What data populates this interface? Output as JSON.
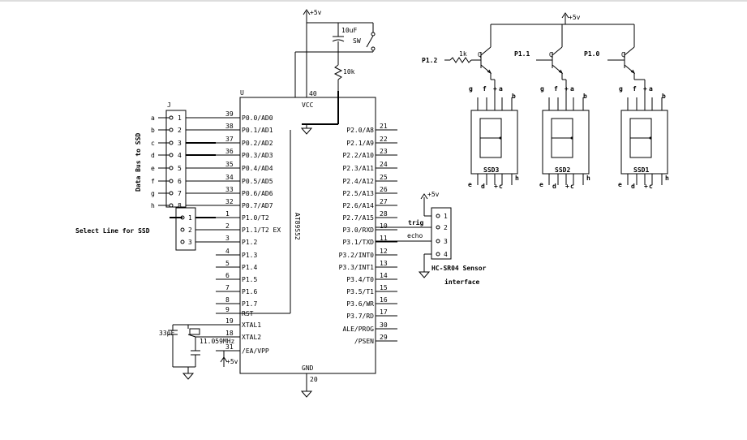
{
  "supply": {
    "vcc_top": "+5v",
    "vcc_ssd": "+5v",
    "vcc_sensor": "+5v",
    "vcc_ea": "+5v"
  },
  "mcu": {
    "ref": "U",
    "part": "AT89S52",
    "vcc_label": "VCC",
    "vcc_pin": "40",
    "gnd_label": "GND",
    "gnd_pin": "20",
    "left_pins": [
      {
        "num": "39",
        "name": "P0.0/AD0"
      },
      {
        "num": "38",
        "name": "P0.1/AD1"
      },
      {
        "num": "37",
        "name": "P0.2/AD2"
      },
      {
        "num": "36",
        "name": "P0.3/AD3"
      },
      {
        "num": "35",
        "name": "P0.4/AD4"
      },
      {
        "num": "34",
        "name": "P0.5/AD5"
      },
      {
        "num": "33",
        "name": "P0.6/AD6"
      },
      {
        "num": "32",
        "name": "P0.7/AD7"
      },
      {
        "num": "1",
        "name": "P1.0/T2"
      },
      {
        "num": "2",
        "name": "P1.1/T2 EX"
      },
      {
        "num": "3",
        "name": "P1.2"
      },
      {
        "num": "4",
        "name": "P1.3"
      },
      {
        "num": "5",
        "name": "P1.4"
      },
      {
        "num": "6",
        "name": "P1.5"
      },
      {
        "num": "7",
        "name": "P1.6"
      },
      {
        "num": "8",
        "name": "P1.7"
      },
      {
        "num": "9",
        "name": "RST"
      },
      {
        "num": "19",
        "name": "XTAL1"
      },
      {
        "num": "18",
        "name": "XTAL2"
      },
      {
        "num": "31",
        "name": "/EA/VPP"
      }
    ],
    "right_pins": [
      {
        "num": "21",
        "name": "P2.0/A8"
      },
      {
        "num": "22",
        "name": "P2.1/A9"
      },
      {
        "num": "23",
        "name": "P2.2/A10"
      },
      {
        "num": "24",
        "name": "P2.3/A11"
      },
      {
        "num": "25",
        "name": "P2.4/A12"
      },
      {
        "num": "26",
        "name": "P2.5/A13"
      },
      {
        "num": "27",
        "name": "P2.6/A14"
      },
      {
        "num": "28",
        "name": "P2.7/A15"
      },
      {
        "num": "10",
        "name": "P3.0/RXD"
      },
      {
        "num": "11",
        "name": "P3.1/TXD"
      },
      {
        "num": "12",
        "name": "P3.2/INT0"
      },
      {
        "num": "13",
        "name": "P3.3/INT1"
      },
      {
        "num": "14",
        "name": "P3.4/T0"
      },
      {
        "num": "15",
        "name": "P3.5/T1"
      },
      {
        "num": "16",
        "name": "P3.6/WR"
      },
      {
        "num": "17",
        "name": "P3.7/RD"
      },
      {
        "num": "30",
        "name": "ALE/PROG"
      },
      {
        "num": "29",
        "name": "/PSEN"
      }
    ]
  },
  "reset": {
    "cap": "10uF",
    "switch": "SW",
    "resistor": "10k"
  },
  "connector_j": {
    "ref": "J",
    "data_letters": [
      "a",
      "b",
      "c",
      "d",
      "e",
      "f",
      "g",
      "h"
    ],
    "data_pins": [
      "1",
      "2",
      "3",
      "4",
      "5",
      "6",
      "7",
      "8"
    ],
    "select_pins": [
      "1",
      "2",
      "3"
    ],
    "data_bus_label": "Data Bus to SSD",
    "select_label": "Select Line for SSD"
  },
  "crystal": {
    "caps": "33pF",
    "freq": "11.059MHz"
  },
  "sensor": {
    "pins": [
      "1",
      "2",
      "3",
      "4"
    ],
    "trig": "trig",
    "echo": "echo",
    "title": "HC-SR04 Sensor",
    "subtitle": "interface"
  },
  "transistors": [
    {
      "port": "P1.2",
      "resistor": "1k",
      "q": "Q"
    },
    {
      "port": "P1.1",
      "q": "Q"
    },
    {
      "port": "P1.0",
      "q": "Q"
    }
  ],
  "ssd": [
    {
      "label": "SSD3"
    },
    {
      "label": "SSD2"
    },
    {
      "label": "SSD1"
    }
  ],
  "ssd_pin_letters": {
    "top": [
      "g",
      "f",
      "+",
      "a",
      "b"
    ],
    "bottom": [
      "e",
      "d",
      "+",
      "c",
      "h"
    ]
  }
}
